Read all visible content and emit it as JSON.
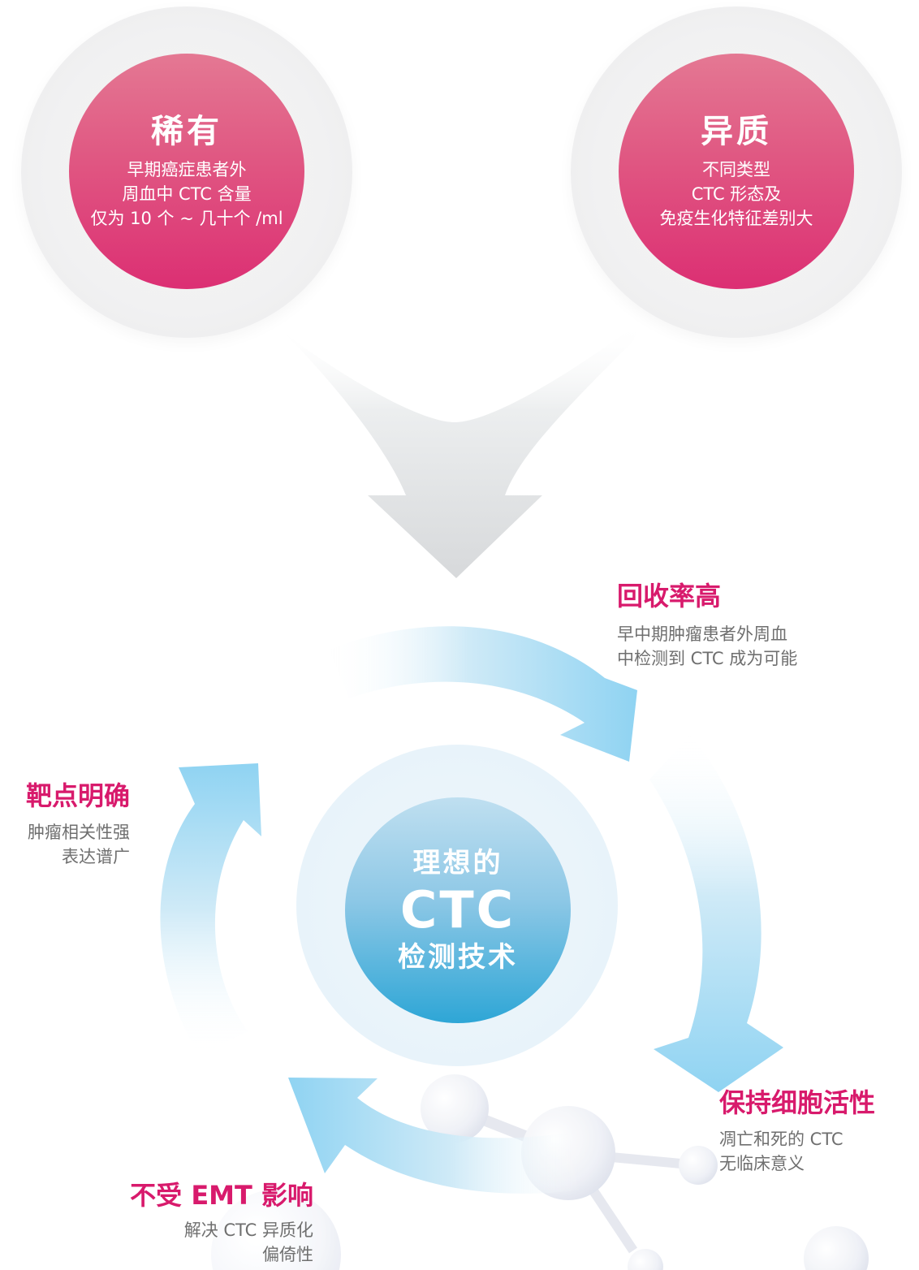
{
  "challenges": [
    {
      "title": "稀有",
      "lines": [
        "早期癌症患者外",
        "周血中 CTC 含量",
        "仅为 10 个 ~ 几十个 /ml"
      ]
    },
    {
      "title": "异质",
      "lines": [
        "不同类型",
        "CTC 形态及",
        "免疫生化特征差别大"
      ]
    }
  ],
  "core": {
    "line1": "理想的",
    "line2": "CTC",
    "line3": "检测技术"
  },
  "features": {
    "recovery": {
      "title": "回收率高",
      "lines": [
        "早中期肿瘤患者外周血",
        "中检测到 CTC 成为可能"
      ]
    },
    "target": {
      "title": "靶点明确",
      "lines": [
        "肿瘤相关性强",
        "表达谱广"
      ]
    },
    "viability": {
      "title": "保持细胞活性",
      "lines": [
        "凋亡和死的 CTC",
        "无临床意义"
      ]
    },
    "emt": {
      "title": "不受 EMT 影响",
      "lines": [
        "解决 CTC 异质化",
        "偏倚性"
      ]
    }
  },
  "colors": {
    "accent_pink": "#d81a6c",
    "pink_disc": "#e05782",
    "arrow_blue": "#9fd7f2",
    "hub_blue": "#2ea6d6",
    "gray_arrow": "#d9d9d9",
    "text_gray": "#6f6f6f"
  },
  "icons": [
    "down-arrow-icon",
    "cycle-arrow-icon",
    "molecule-decoration-icon"
  ]
}
